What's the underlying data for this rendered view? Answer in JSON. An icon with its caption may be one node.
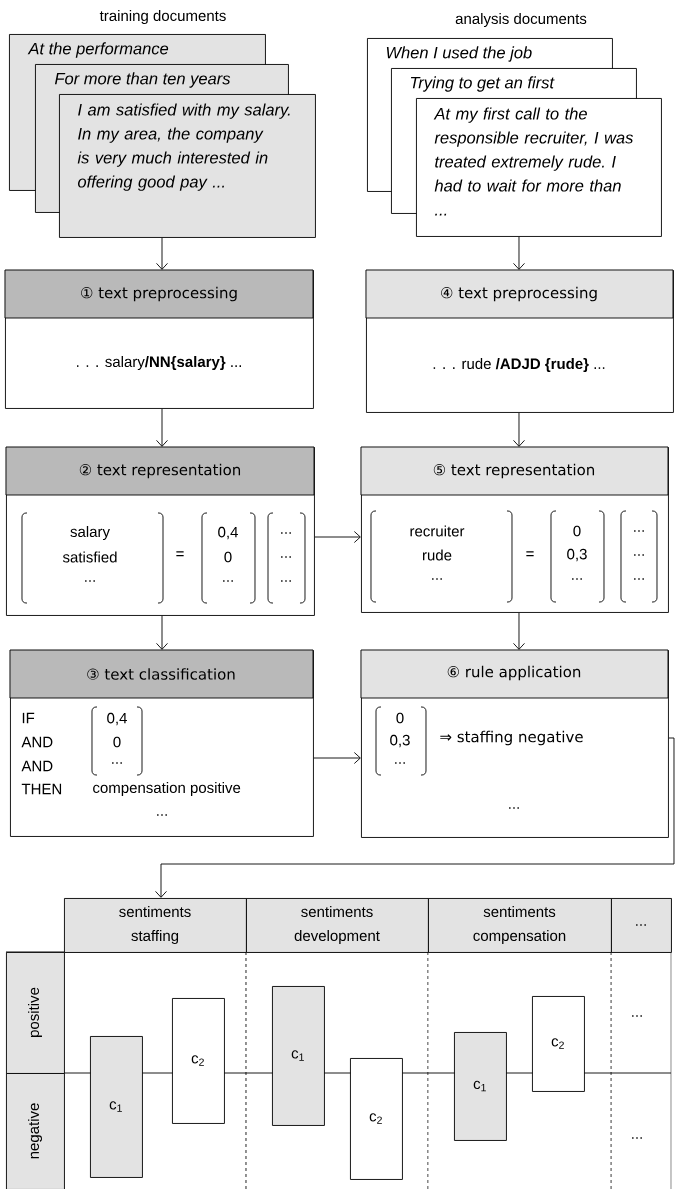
{
  "diagram": {
    "nodes": [
      {
        "text": [
          "At the performance"
        ]
      },
      {
        "text": [
          "For more than ten years"
        ]
      },
      {
        "text": [
          "I am satisfied with my salary. In my area, the company is very much interested in offering good pay ..."
        ]
      },
      {
        "text": [
          "When I used the job"
        ]
      },
      {
        "text": [
          "Trying to get an first"
        ]
      },
      {
        "text": [
          "At my first call to the responsible recruiter, I was treated extremely rude. I had to wait for more than ..."
        ]
      },
      {
        "text": [
          "① text preprocessing",
          ". . . salary**/NN{salary}** ..."
        ]
      },
      {
        "text": [
          "② text representation",
          "salary",
          "satisfied",
          "...",
          "=",
          "0,4",
          "0",
          "...",
          "...",
          "...",
          "..."
        ]
      },
      {
        "text": [
          "③ text classification",
          "IF",
          "AND",
          "AND",
          "THEN",
          "0,4",
          "0",
          "...",
          "compensation positive",
          "..."
        ]
      },
      {
        "text": [
          "④ text preprocessing",
          ". . . rude **/ADJD {rude}** ..."
        ]
      },
      {
        "text": [
          "⑤ text representation",
          "recruiter",
          "rude",
          "...",
          "=",
          "0",
          "0,3",
          "...",
          "...",
          "...",
          "..."
        ]
      },
      {
        "text": [
          "⑥ rule application",
          "0",
          "0,3",
          "...",
          "⇒ staffing negative",
          "..."
        ]
      },
      {
        "text": [
          "sentiments staffing"
        ]
      },
      {
        "text": [
          "sentiments development"
        ]
      },
      {
        "text": [
          "sentiments compensation"
        ]
      },
      {
        "text": [
          "..."
        ]
      },
      {
        "text": [
          "positive"
        ]
      },
      {
        "text": [
          "negative"
        ]
      },
      {
        "text": [
          "c$_{1}$"
        ]
      },
      {
        "text": [
          "c$_{2}$"
        ]
      },
      {
        "text": [
          "c$_{1}$"
        ]
      },
      {
        "text": [
          "c$_{2}$"
        ]
      },
      {
        "text": [
          "c$_{1}$"
        ]
      },
      {
        "text": [
          "c$_{2}$"
        ]
      },
      {
        "text": [
          "..."
        ]
      },
      {
        "text": [
          "..."
        ]
      }
    ],
    "edges": [
      {
        "from": 2,
        "to": 6,
        "arrow": "to"
      },
      {
        "from": 6,
        "to": 7,
        "arrow": "to"
      },
      {
        "from": 7,
        "to": 8,
        "arrow": "to"
      },
      {
        "from": 5,
        "to": 9,
        "arrow": "to"
      },
      {
        "from": 9,
        "to": 10,
        "arrow": "to"
      },
      {
        "from": 10,
        "to": 11,
        "arrow": "to"
      },
      {
        "from": 7,
        "to": 10,
        "arrow": "to"
      },
      {
        "from": 8,
        "to": 11,
        "arrow": "to"
      },
      {
        "from": 11,
        "to": 12,
        "arrow": "to"
      }
    ],
    "labels": [
      "training documents",
      "analysis documents"
    ]
  }
}
